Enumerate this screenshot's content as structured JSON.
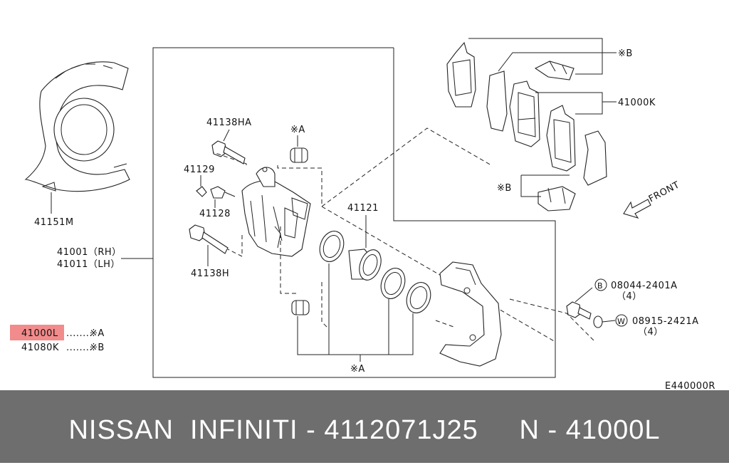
{
  "labels": {
    "p41151m": "41151M",
    "p41138ha": "41138HA",
    "p41129": "41129",
    "p41128": "41128",
    "p41138h": "41138H",
    "p41001": "41001（RH）",
    "p41011": "41011（LH）",
    "p41121": "41121",
    "p41000k": "41000K",
    "front": "FRONT",
    "bolt_b": "08044-2401A",
    "bolt_b_qty": "（4）",
    "washer_w": "08915-2421A",
    "washer_w_qty": "（4）",
    "marker_b": "B",
    "marker_w": "W",
    "note_a_top": "※A",
    "note_a_bottom": "※A",
    "note_b_top": "※B",
    "note_b_bottom": "※B",
    "code": "E440000R"
  },
  "legend": [
    {
      "part": "41000L",
      "dots": "........",
      "mark": "※A",
      "highlighted": true
    },
    {
      "part": "41080K",
      "dots": "........",
      "mark": "※B",
      "highlighted": false
    }
  ],
  "colors": {
    "highlight": "#f28b8b",
    "footer_bg": "#6e6e6e",
    "footer_text": "#ffffff"
  },
  "footer": {
    "text": "NISSAN  INFINITI - 4112071J25     N - 41000L"
  }
}
